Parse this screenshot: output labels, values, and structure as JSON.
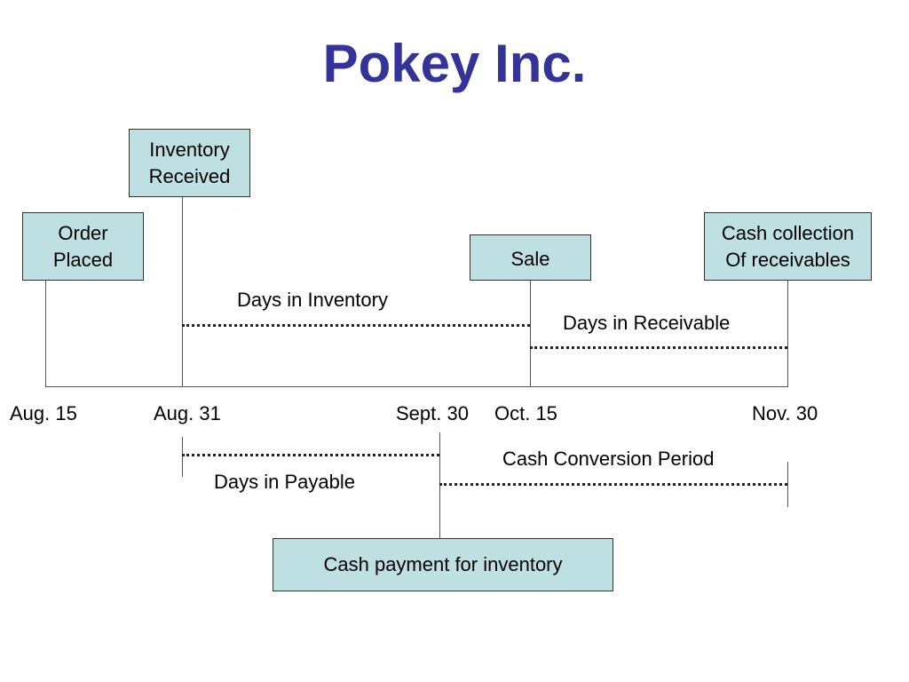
{
  "title": "Pokey Inc.",
  "events": {
    "order_placed": [
      "Order",
      "Placed"
    ],
    "inventory_received": [
      "Inventory",
      "Received"
    ],
    "sale": [
      "Sale"
    ],
    "cash_collection": [
      "Cash collection",
      "Of receivables"
    ],
    "cash_payment": [
      "Cash payment for inventory"
    ]
  },
  "dates": {
    "aug15": "Aug. 15",
    "aug31": "Aug. 31",
    "sept30": "Sept. 30",
    "oct15": "Oct. 15",
    "nov30": "Nov. 30"
  },
  "periods": {
    "days_in_inventory": "Days in Inventory",
    "days_in_receivable": "Days in Receivable",
    "days_in_payable": "Days in Payable",
    "cash_conversion_period": "Cash Conversion Period"
  }
}
